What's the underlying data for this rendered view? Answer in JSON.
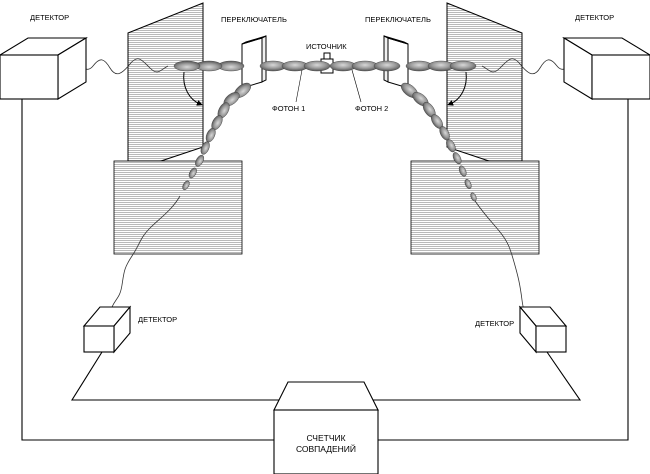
{
  "labels": {
    "detector_top_left": "ДЕТЕКТОР",
    "detector_top_right": "ДЕТЕКТОР",
    "detector_bottom_left": "ДЕТЕКТОР",
    "detector_bottom_right": "ДЕТЕКТОР",
    "switch_left": "ПЕРЕКЛЮЧАТЕЛЬ",
    "switch_right": "ПЕРЕКЛЮЧАТЕЛЬ",
    "source": "ИСТОЧНИК",
    "photon_1": "ФОТОН 1",
    "photon_2": "ФОТОН 2",
    "coincidence_counter_line1": "СЧЕТЧИК",
    "coincidence_counter_line2": "СОВПАДЕНИЙ"
  }
}
